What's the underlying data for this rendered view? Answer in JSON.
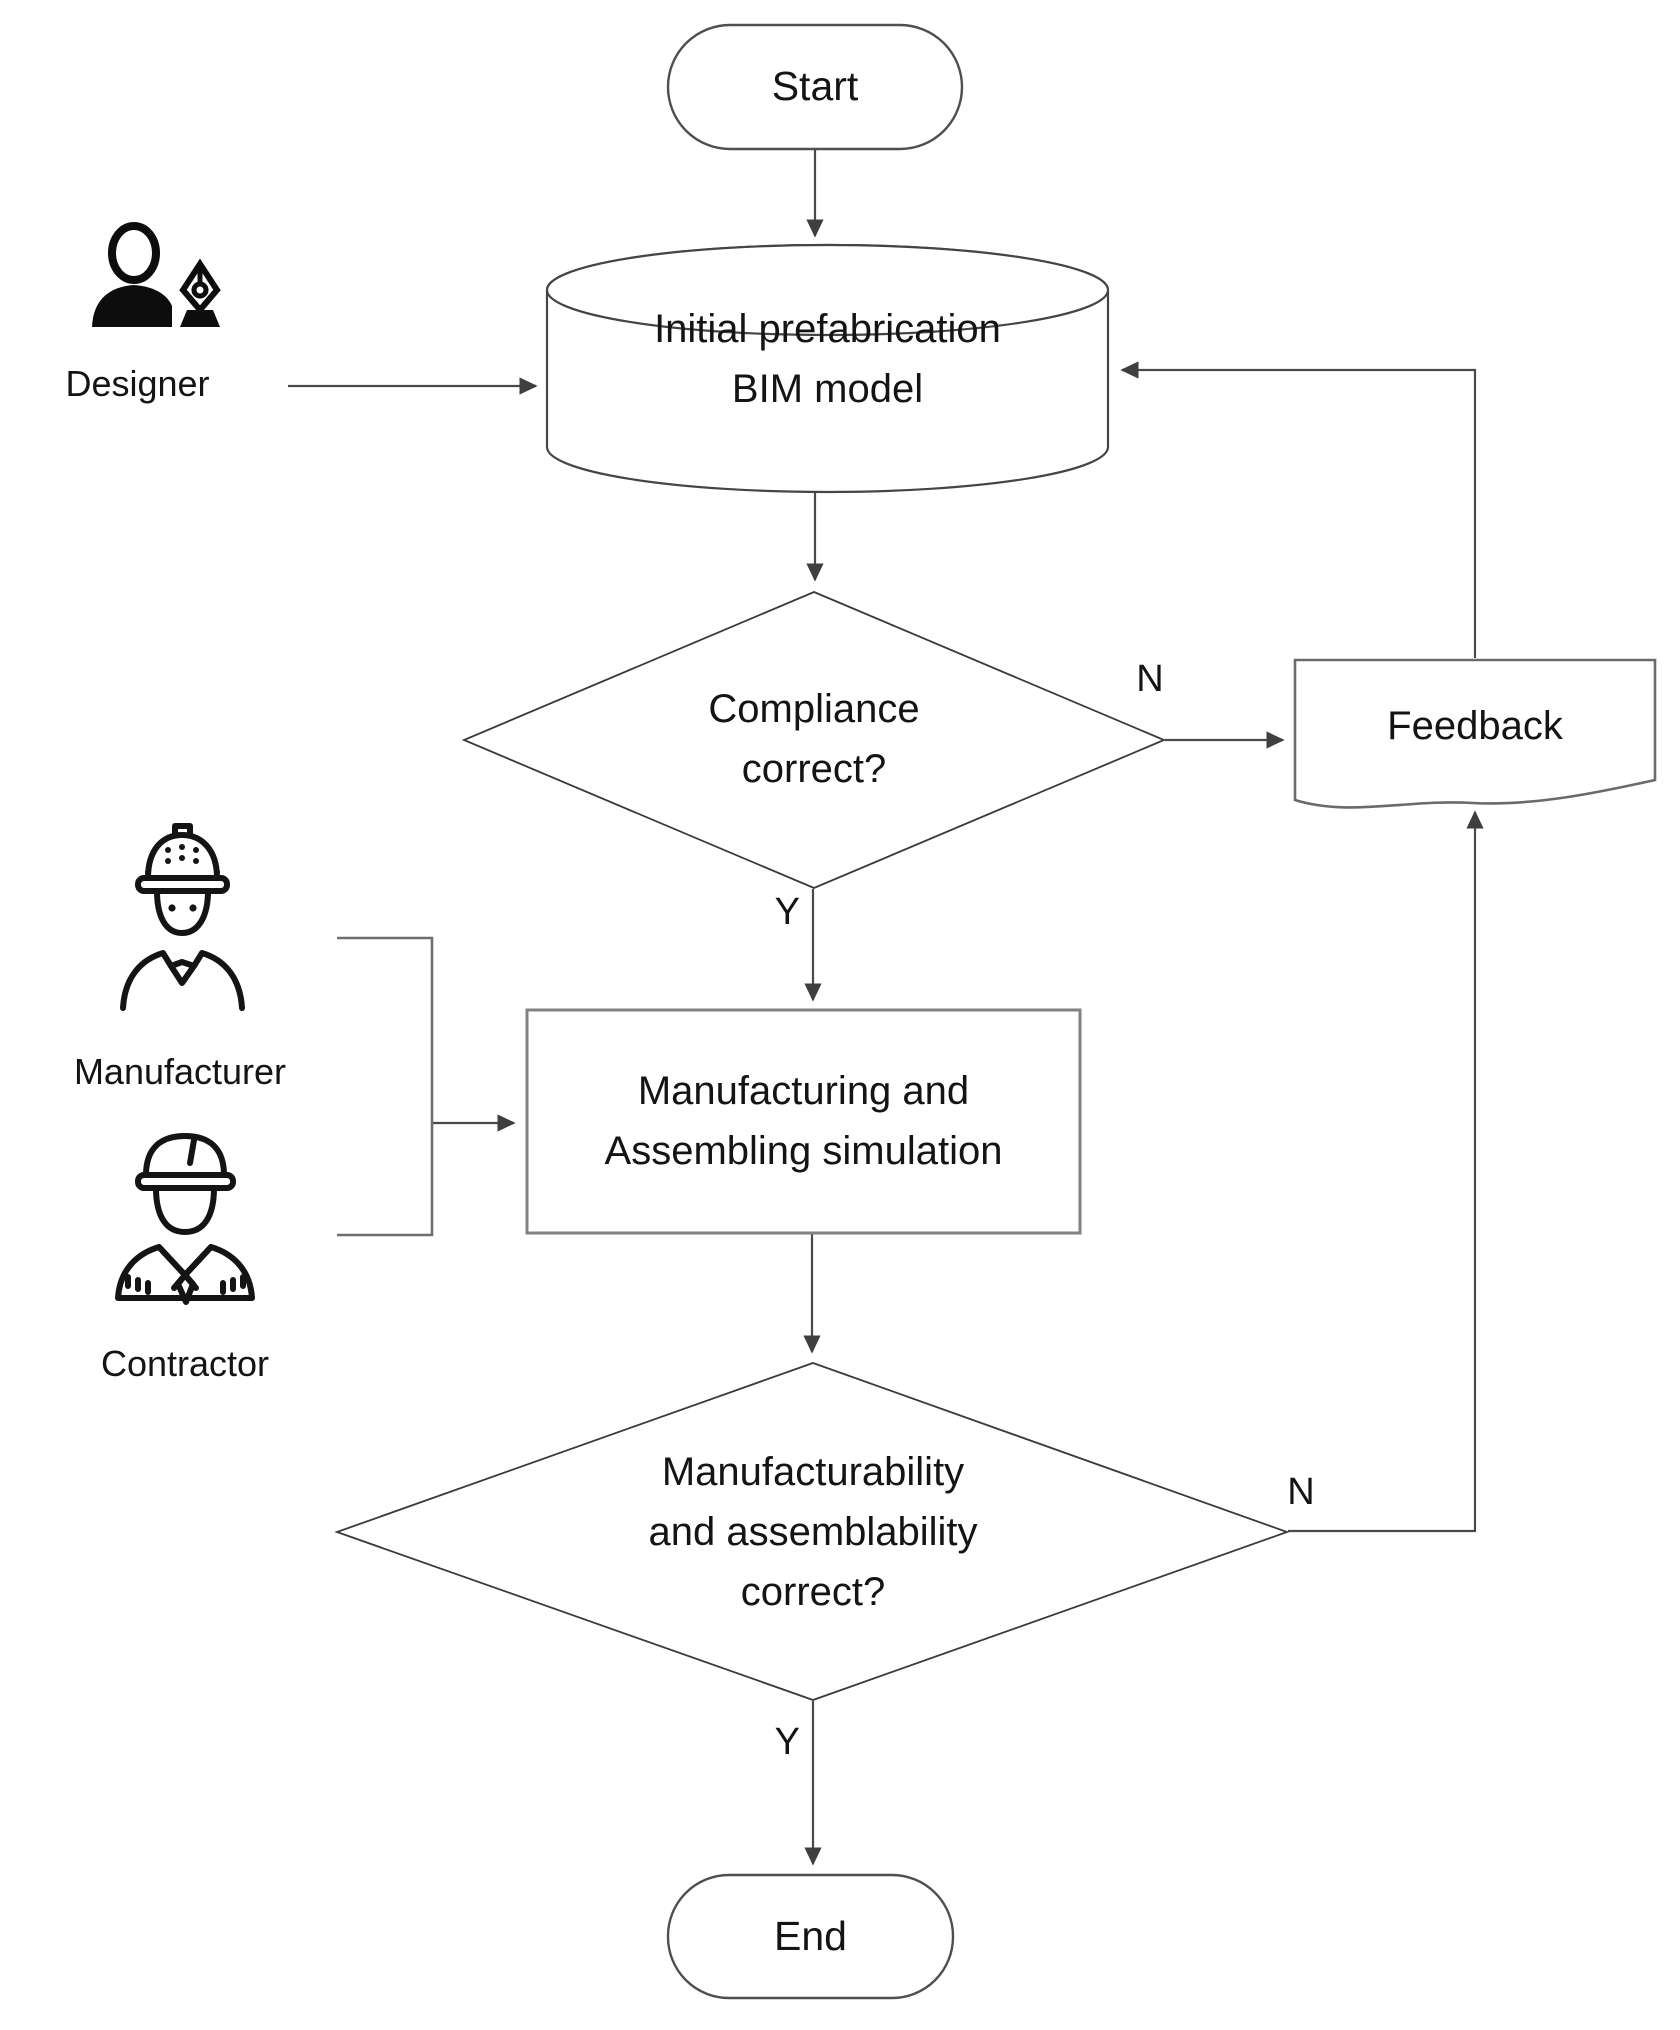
{
  "diagram": {
    "title_hint": "BIM prefabrication design review flowchart",
    "nodes": {
      "start": {
        "label": "Start",
        "shape": "terminator"
      },
      "bim_model": {
        "label": "Initial prefabrication\nBIM model",
        "shape": "cylinder-datastore"
      },
      "compliance": {
        "label": "Compliance\ncorrect?",
        "shape": "decision-diamond"
      },
      "feedback": {
        "label": "Feedback",
        "shape": "document"
      },
      "simulation": {
        "label": "Manufacturing and\nAssembling simulation",
        "shape": "process-rectangle"
      },
      "manufacturability": {
        "label": "Manufacturability\nand assemblability\ncorrect?",
        "shape": "decision-diamond"
      },
      "end": {
        "label": "End",
        "shape": "terminator"
      }
    },
    "actors": {
      "designer": {
        "label": "Designer",
        "icon": "designer-pen-nib-icon"
      },
      "manufacturer": {
        "label": "Manufacturer",
        "icon": "worker-hard-hat-icon"
      },
      "contractor": {
        "label": "Contractor",
        "icon": "contractor-hard-hat-suit-icon"
      }
    },
    "edge_labels": {
      "compliance_yes": "Y",
      "compliance_no": "N",
      "manufacturability_yes": "Y",
      "manufacturability_no": "N"
    },
    "colors": {
      "background": "#ffffff",
      "connector_line": "#4a4a4a",
      "shape_outline": "#4f4f4f",
      "process_outline": "#828282",
      "text": "#141414",
      "icon": "#0d0d0d"
    }
  }
}
